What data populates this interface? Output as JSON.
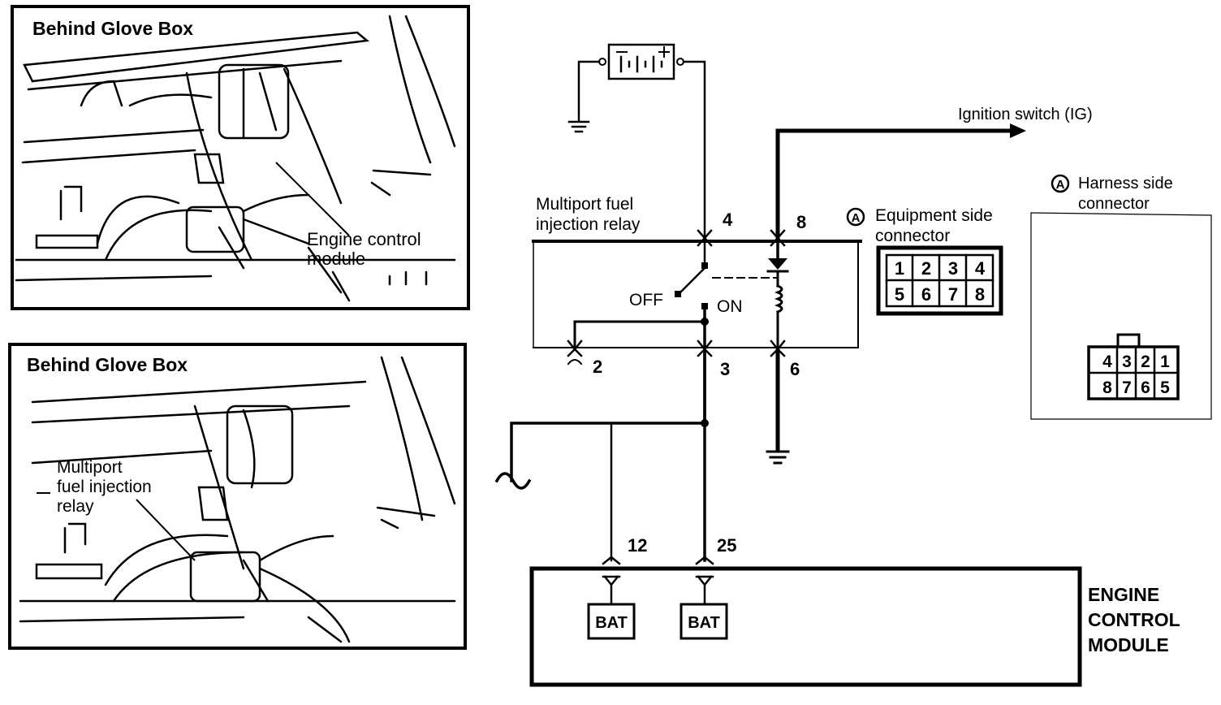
{
  "photo_top": {
    "title": "Behind Glove Box",
    "callout_line1": "Engine control",
    "callout_line2": "module"
  },
  "photo_bottom": {
    "title": "Behind Glove Box",
    "callout_line1": "Multiport",
    "callout_line2": "fuel injection",
    "callout_line3": "relay"
  },
  "schematic": {
    "ignition_label": "Ignition switch (IG)",
    "relay_label_line1": "Multiport fuel",
    "relay_label_line2": "injection relay",
    "switch_off": "OFF",
    "switch_on": "ON",
    "pins": {
      "p4": "4",
      "p8": "8",
      "p2": "2",
      "p3": "3",
      "p6": "6"
    },
    "ecm_pins": {
      "p12": "12",
      "p25": "25"
    },
    "bat_left": "BAT",
    "bat_right": "BAT",
    "ecm_line1": "ENGINE",
    "ecm_line2": "CONTROL",
    "ecm_line3": "MODULE"
  },
  "equipment_connector": {
    "marker": "A",
    "label_line1": "Equipment side",
    "label_line2": "connector",
    "row1": [
      "1",
      "2",
      "3",
      "4"
    ],
    "row2": [
      "5",
      "6",
      "7",
      "8"
    ]
  },
  "harness_connector": {
    "marker": "A",
    "label_line1": "Harness side",
    "label_line2": "connector",
    "row1": [
      "4",
      "3",
      "2",
      "1"
    ],
    "row2": [
      "8",
      "7",
      "6",
      "5"
    ]
  }
}
